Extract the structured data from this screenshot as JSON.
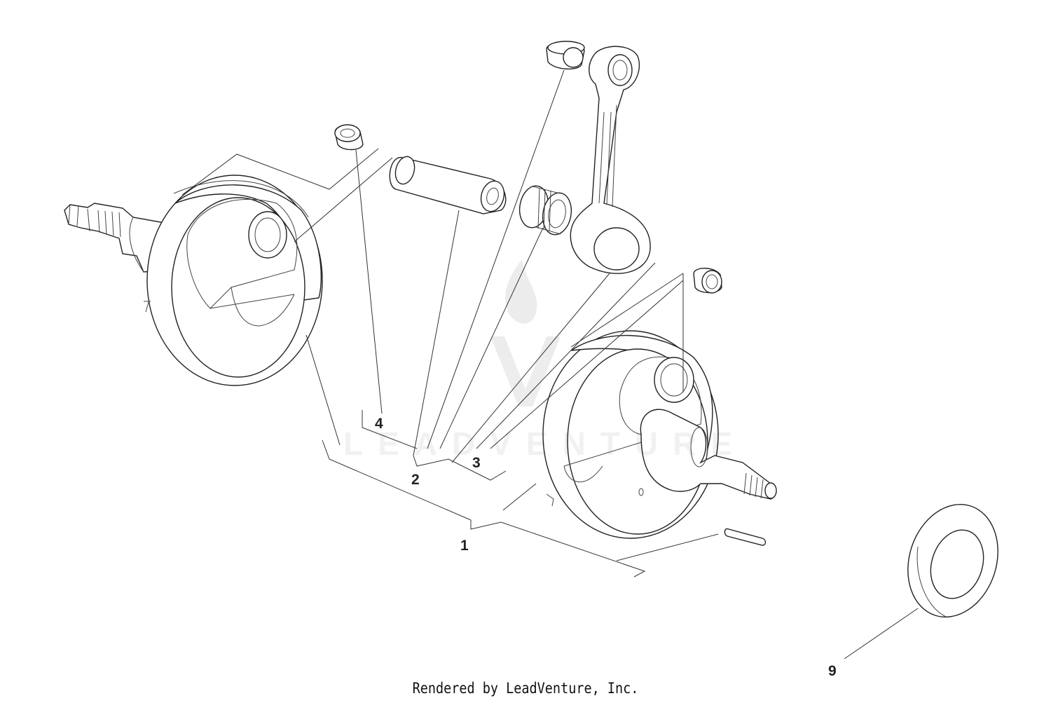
{
  "diagram": {
    "callouts": {
      "c1": "1",
      "c2": "2",
      "c3": "3",
      "c4": "4",
      "c9": "9"
    },
    "watermark": "LEADVENTURE",
    "footer": "Rendered by LeadVenture, Inc."
  }
}
